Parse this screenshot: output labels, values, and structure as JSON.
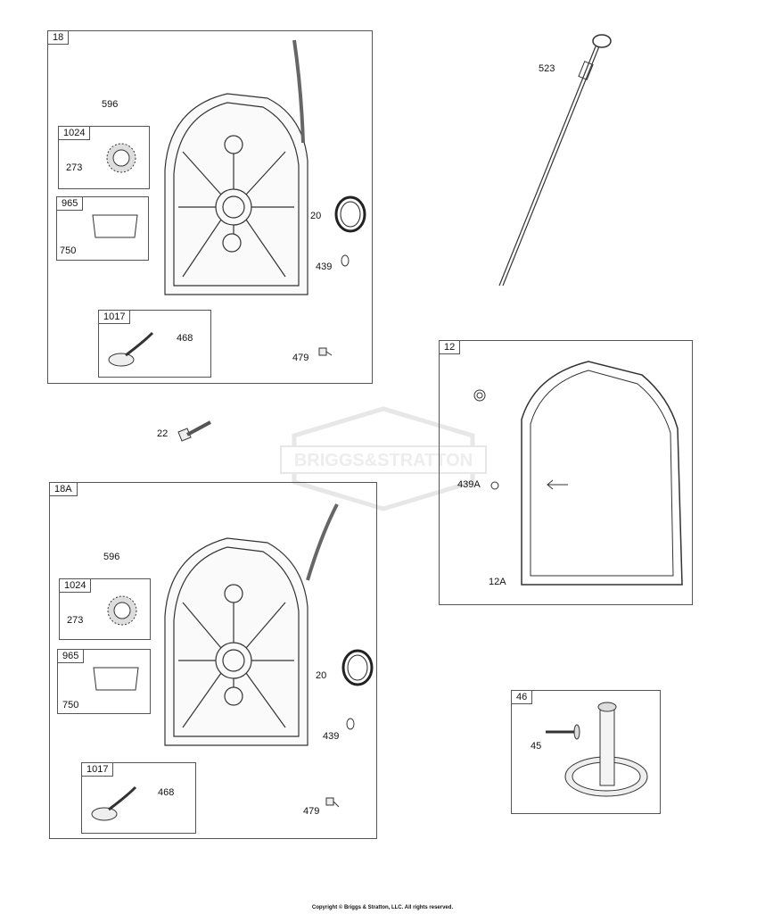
{
  "watermark": "BRIGGS&STRATTON",
  "copyright": "Copyright © Briggs & Stratton, LLC. All rights reserved.",
  "groups": {
    "g18": "18",
    "g18a": "18A",
    "g12": "12",
    "g46": "46",
    "sub1024": "1024",
    "sub965": "965",
    "sub1017": "1017"
  },
  "parts": {
    "p596": "596",
    "p273": "273",
    "p750": "750",
    "p468": "468",
    "p20": "20",
    "p439": "439",
    "p479": "479",
    "p523": "523",
    "p22": "22",
    "p439a": "439A",
    "p12a": "12A",
    "p45": "45"
  }
}
